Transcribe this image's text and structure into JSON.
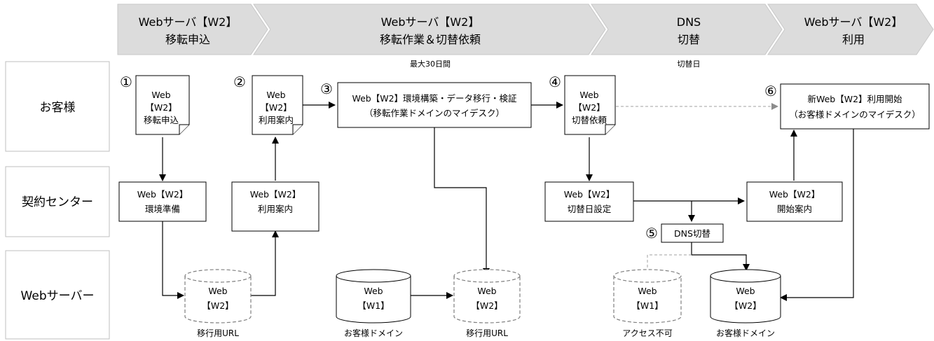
{
  "phases": [
    {
      "line1": "Webサーバ【W2】",
      "line2": "移転申込"
    },
    {
      "line1": "Webサーバ【W2】",
      "line2": "移転作業＆切替依頼"
    },
    {
      "line1": "DNS",
      "line2": "切替"
    },
    {
      "line1": "Webサーバ【W2】",
      "line2": "利用"
    }
  ],
  "phase_notes": {
    "max_days": "最大30日間",
    "switch_day": "切替日"
  },
  "lanes": {
    "customer": "お客様",
    "center": "契約センター",
    "server": "Webサーバー"
  },
  "steps": {
    "s1": "①",
    "s2": "②",
    "s3": "③",
    "s4": "④",
    "s5": "⑤",
    "s6": "⑥"
  },
  "docs": {
    "apply": {
      "l1": "Web",
      "l2": "【W2】",
      "l3": "移転申込"
    },
    "guide": {
      "l1": "Web",
      "l2": "【W2】",
      "l3": "利用案内"
    },
    "switch_req": {
      "l1": "Web",
      "l2": "【W2】",
      "l3": "切替依頼"
    }
  },
  "boxes": {
    "work": {
      "l1": "Web【W2】環境構築・データ移行・検証",
      "l2": "（移転作業ドメインのマイデスク）"
    },
    "start": {
      "l1": "新Web【W2】利用開始",
      "l2": "（お客様ドメインのマイデスク）"
    },
    "env": {
      "l1": "Web【W2】",
      "l2": "環境準備"
    },
    "guide_c": {
      "l1": "Web【W2】",
      "l2": "利用案内"
    },
    "switch_date": {
      "l1": "Web【W2】",
      "l2": "切替日設定"
    },
    "start_guide": {
      "l1": "Web【W2】",
      "l2": "開始案内"
    },
    "dns": {
      "l1": "DNS切替"
    }
  },
  "servers": [
    {
      "l1": "Web",
      "l2": "【W2】",
      "caption": "移行用URL"
    },
    {
      "l1": "Web",
      "l2": "【W1】",
      "caption": "お客様ドメイン"
    },
    {
      "l1": "Web",
      "l2": "【W2】",
      "caption": "移行用URL"
    },
    {
      "l1": "Web",
      "l2": "【W1】",
      "caption": "アクセス不可"
    },
    {
      "l1": "Web",
      "l2": "【W2】",
      "caption": "お客様ドメイン"
    }
  ],
  "colors": {
    "phase_fill": "#dcdcdc",
    "phase_edge": "#c8c8c8",
    "lane_edge": "#bfbfbf",
    "dash": "#a0a0a0"
  }
}
